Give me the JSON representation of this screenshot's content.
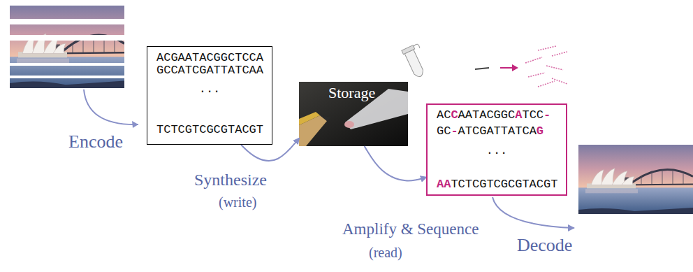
{
  "diagram": {
    "nodes": [
      {
        "text": [
          "ACGAATACGGCTCCA",
          "GCCATCGATTATCAA",
          "...",
          "TCTCGTCGCGTACGT"
        ]
      },
      {
        "text": [
          "Storage"
        ]
      },
      {
        "text": [
          "ACCAATACGGCATCC-",
          "GC-ATCGATTATCAG",
          "...",
          "AATCTCGTCGCGTACGT"
        ]
      }
    ],
    "edges": [
      {
        "from": 0,
        "to": 1,
        "arrow": "to"
      },
      {
        "from": 1,
        "to": 2,
        "arrow": "to"
      }
    ],
    "labels": [
      "Encode",
      "Synthesize",
      "(write)",
      "Amplify & Sequence",
      "(read)",
      "Decode"
    ]
  }
}
